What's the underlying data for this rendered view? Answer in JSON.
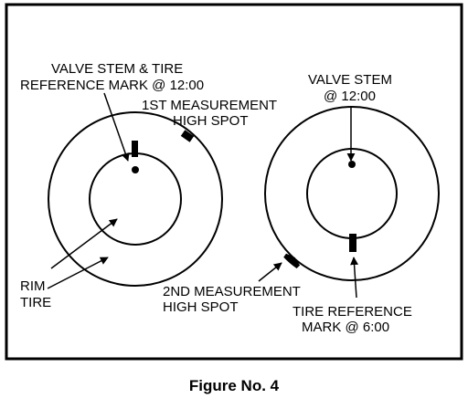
{
  "diagram": {
    "left": {
      "valve_tire_label_line1": "VALVE STEM & TIRE",
      "valve_tire_label_line2": "REFERENCE MARK @ 12:00",
      "first_measure_line1": "1ST MEASUREMENT",
      "first_measure_line2": "HIGH SPOT",
      "rim_label": "RIM",
      "tire_label": "TIRE"
    },
    "right": {
      "valve_label_line1": "VALVE STEM",
      "valve_label_line2": "@ 12:00",
      "second_measure_line1": "2ND MEASUREMENT",
      "second_measure_line2": "HIGH SPOT",
      "tire_ref_line1": "TIRE REFERENCE",
      "tire_ref_line2": "MARK @ 6:00"
    },
    "caption": "Figure No. 4"
  }
}
